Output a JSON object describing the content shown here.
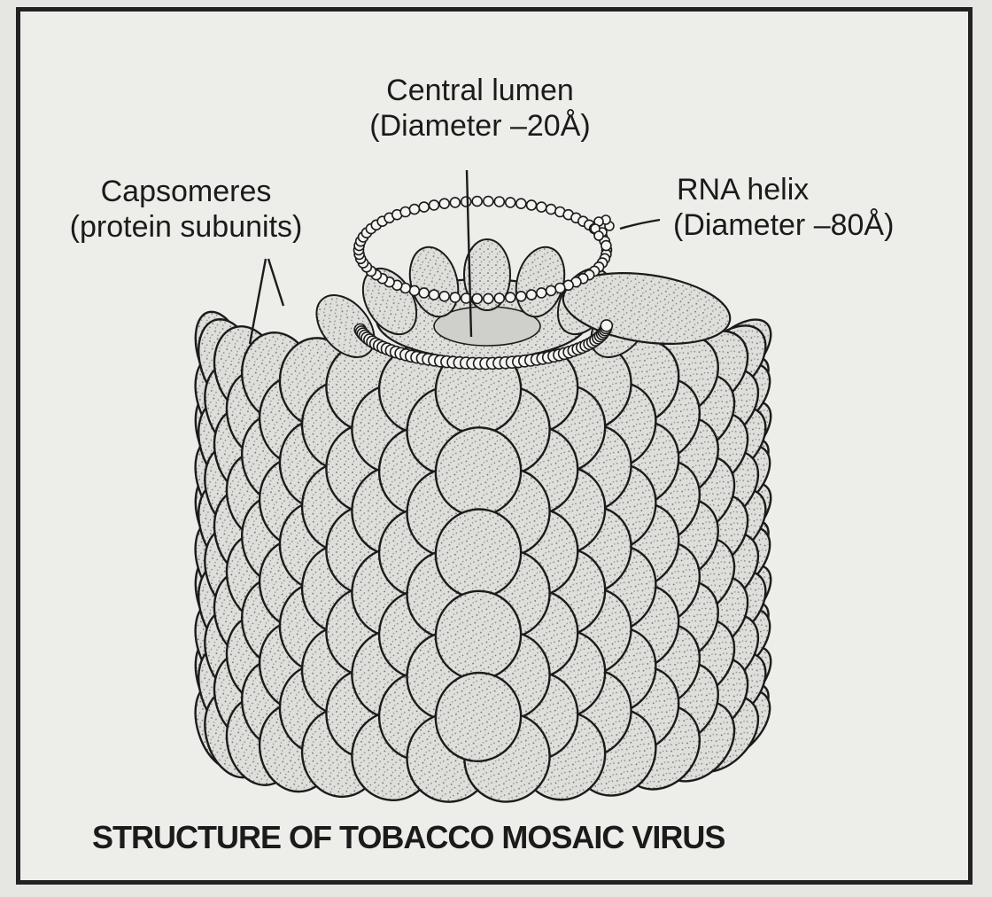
{
  "labels": {
    "central_lumen_line1": "Central lumen",
    "central_lumen_line2": "(Diameter –20Å)",
    "capsomeres_line1": "Capsomeres",
    "capsomeres_line2": "(protein subunits)",
    "rna_helix_line1": "RNA helix",
    "rna_helix_line2": "(Diameter –80Å)"
  },
  "caption": "STRUCTURE OF TOBACCO MOSAIC VIRUS",
  "colors": {
    "ink": "#1b1b1b",
    "subunit_fill": "#d9d9d5",
    "background": "#ededea"
  }
}
